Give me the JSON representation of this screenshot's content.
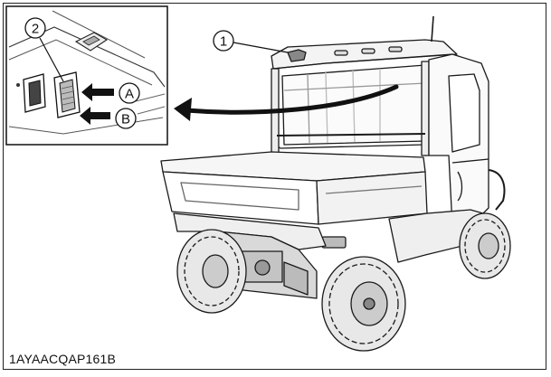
{
  "callouts": {
    "one": "1",
    "two": "2",
    "a": "A",
    "b": "B"
  },
  "caption": "1AYAACQAP161B"
}
